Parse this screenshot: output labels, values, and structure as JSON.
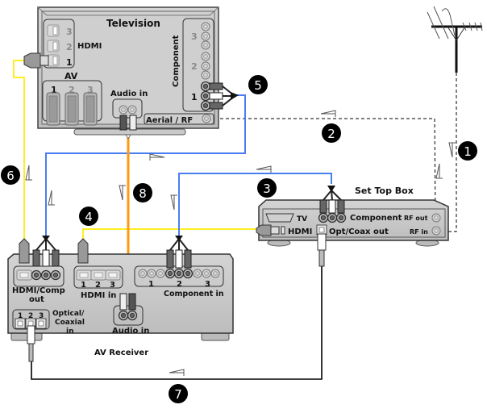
{
  "title": "AV connection diagram",
  "colors": {
    "hdmi_cable": "#ffee22",
    "component_cable": "#4a7ef0",
    "audio_cable": "#ff9a10",
    "rf_cable": "#000000",
    "optical_cable": "#000000",
    "device_body": "#c8c8c8",
    "device_outline": "#333333",
    "badge": "#000000"
  },
  "television": {
    "title": "Television",
    "hdmi_label": "HDMI",
    "hdmi_ports": [
      "3",
      "2",
      "1"
    ],
    "av_label": "AV",
    "av_ports": [
      "1",
      "2",
      "3"
    ],
    "audio_in_label": "Audio in",
    "component_label": "Component",
    "component_groups": [
      "3",
      "2",
      "1"
    ],
    "aerial_label": "Aerial / RF"
  },
  "set_top_box": {
    "title": "Set Top Box",
    "tv_label": "TV",
    "hdmi_label": "HDMI",
    "component_label": "Component",
    "opt_coax_label": "Opt/Coax out",
    "rf_out_label": "RF out",
    "rf_in_label": "RF in"
  },
  "av_receiver": {
    "title": "AV Receiver",
    "hdmi_comp_out_label_1": "HDMI/Comp",
    "hdmi_comp_out_label_2": "out",
    "hdmi_in_label": "HDMI in",
    "hdmi_in_ports": [
      "1",
      "2",
      "3"
    ],
    "component_in_label": "Component in",
    "component_in_groups": [
      "1",
      "2",
      "3"
    ],
    "audio_in_label": "Audio in",
    "optical_label_1": "Optical/",
    "optical_label_2": "Coaxial",
    "optical_label_3": "in",
    "optical_ports": [
      "1",
      "2",
      "3"
    ]
  },
  "badges": [
    "1",
    "2",
    "3",
    "4",
    "5",
    "6",
    "7",
    "8"
  ],
  "connections": [
    {
      "id": "1",
      "from": "Antenna",
      "to": "Set Top Box RF in",
      "type": "RF"
    },
    {
      "id": "2",
      "from": "Set Top Box RF out",
      "to": "Television Aerial / RF",
      "type": "RF"
    },
    {
      "id": "3",
      "from": "Set Top Box Component",
      "to": "AV Receiver Component in 2",
      "type": "Component"
    },
    {
      "id": "4",
      "from": "Set Top Box HDMI",
      "to": "AV Receiver HDMI in 1",
      "type": "HDMI"
    },
    {
      "id": "5",
      "from": "AV Receiver HDMI/Comp out",
      "to": "Television Component 1",
      "type": "Component"
    },
    {
      "id": "6",
      "from": "AV Receiver HDMI/Comp out",
      "to": "Television HDMI 1",
      "type": "HDMI"
    },
    {
      "id": "7",
      "from": "Set Top Box Opt/Coax out",
      "to": "AV Receiver Optical/Coaxial in 2",
      "type": "Optical"
    },
    {
      "id": "8",
      "from": "Television Audio in",
      "to": "AV Receiver Audio in",
      "type": "Audio"
    }
  ]
}
